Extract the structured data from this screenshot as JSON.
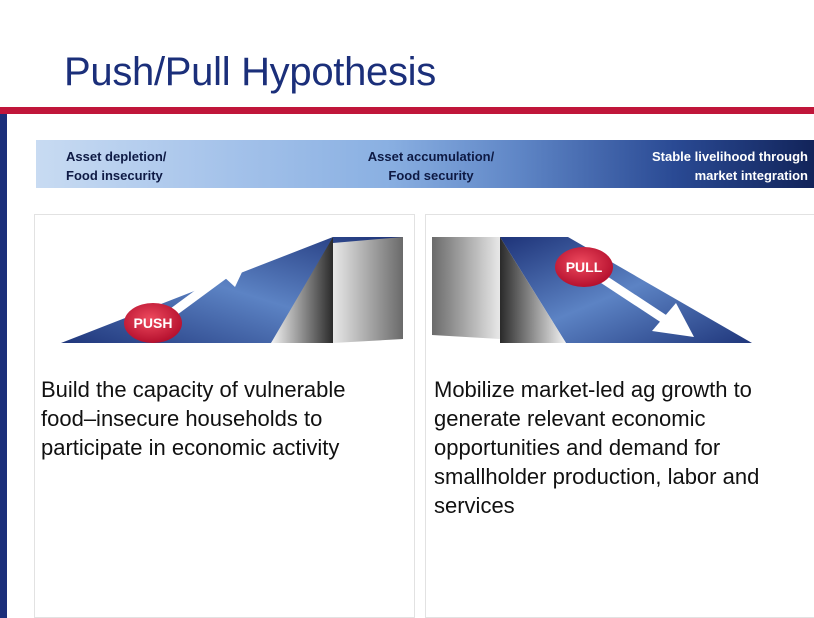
{
  "slide": {
    "title": "Push/Pull Hypothesis"
  },
  "stages": {
    "stage_1": {
      "line1": "Asset depletion/",
      "line2": "Food insecurity"
    },
    "stage_2": {
      "line1": "Asset accumulation/",
      "line2": "Food security"
    },
    "stage_3": {
      "line1": "Stable livelihood through",
      "line2": "market integration"
    }
  },
  "push_panel": {
    "badge": "PUSH",
    "text": "Build the capacity of vulnerable food–insecure households to participate in economic activity"
  },
  "pull_panel": {
    "badge": "PULL",
    "text": "Mobilize market-led ag growth to generate relevant economic opportunities and demand for smallholder production, labor and services"
  },
  "colors": {
    "title_blue": "#1b2f7a",
    "accent_red": "#c0163a",
    "badge_red": "#d11f3c",
    "ramp_blue": "#2a4a94"
  }
}
